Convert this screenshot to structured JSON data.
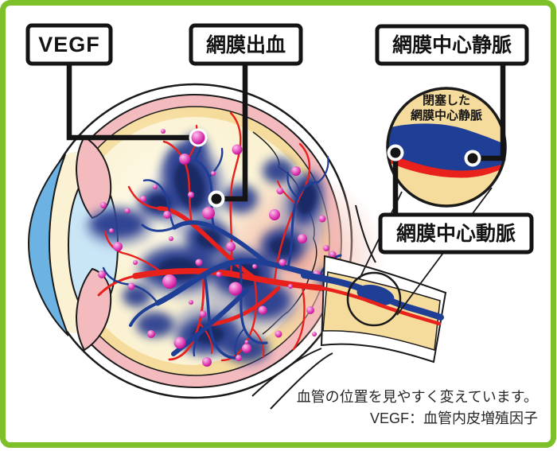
{
  "diagram": {
    "callouts": {
      "vegf": "VEGF",
      "retinal_hemorrhage": "網膜出血",
      "central_retinal_vein": "網膜中心静脈",
      "central_retinal_artery": "網膜中心動脈"
    },
    "inset": {
      "caption_line1": "閉塞した",
      "caption_line2": "網膜中心静脈"
    },
    "footnotes": {
      "line1": "血管の位置を見やすく変えています。",
      "line2": "VEGF：血管内皮増殖因子"
    },
    "colors": {
      "frame_green": "#7EC02A",
      "outline_black": "#1A1A1A",
      "artery_red": "#E8211D",
      "vein_blue": "#1F3E96",
      "hemorrhage_navy": "#273B8E",
      "vegf_magenta": "#D42DA8",
      "choroid_pink": "#F3BBBE",
      "retina_tan": "#F6DC9C",
      "vitreous_cream": "#FBF2D3",
      "macula_red": "#EEA295",
      "cornea_blue": "#6CB2E2",
      "lens_blue": "#C9E6F6",
      "ciliary_orange": "#F5A21E",
      "sclera_white": "#FFFFFF"
    }
  }
}
